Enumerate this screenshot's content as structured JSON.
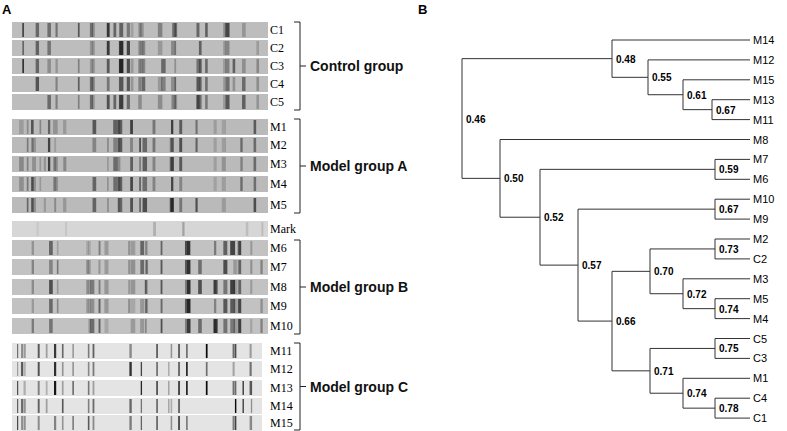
{
  "diagram": {
    "labels": [
      "A",
      "C1",
      "C2",
      "C3",
      "C4",
      "C5",
      "Control group",
      "M1",
      "M2",
      "M3",
      "M4",
      "M5",
      "Model group A",
      "Mark",
      "M6",
      "M7",
      "M8",
      "M9",
      "M10",
      "Model group B",
      "M11",
      "M12",
      "M13",
      "M14",
      "M15",
      "Model group C",
      "B",
      "M14",
      "M12",
      "M15",
      "M13",
      "M11",
      "M8",
      "M7",
      "M6",
      "M10",
      "M9",
      "M2",
      "C2",
      "M3",
      "M5",
      "M4",
      "C5",
      "C3",
      "M1",
      "C4",
      "C1",
      "0.48",
      "0.55",
      "0.61",
      "0.67",
      "0.46",
      "0.50",
      "0.59",
      "0.52",
      "0.67",
      "0.57",
      "0.73",
      "0.70",
      "0.72",
      "0.74",
      "0.66",
      "0.75",
      "0.71",
      "0.74",
      "0.78"
    ]
  }
}
